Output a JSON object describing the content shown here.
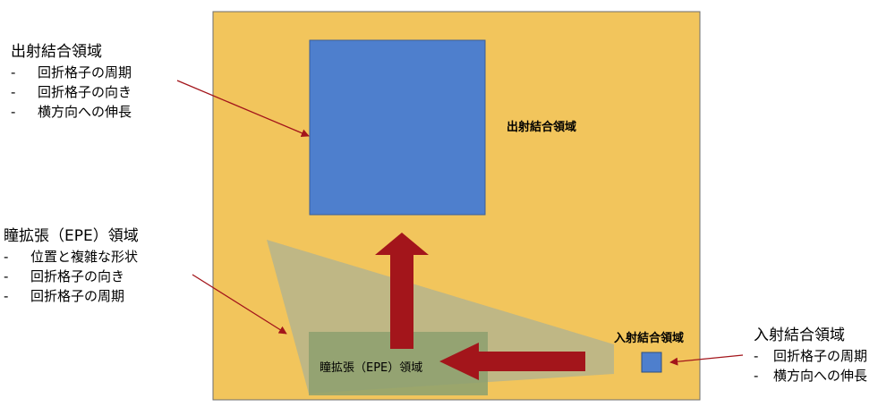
{
  "diagram": {
    "colors": {
      "panel_bg": "#F2C55C",
      "panel_border": "#6E6E6E",
      "coupler": "#4E7FCD",
      "epe_region": "#8CA06E",
      "epe_fan": "#B9B58A",
      "arrow": "#A3151B",
      "pointer": "#A3151B"
    },
    "labels": {
      "out_region": "出射結合領域",
      "in_region": "入射結合領域",
      "epe_region": "瞳拡張（EPE）領域"
    },
    "annotations": {
      "out": {
        "title": "出射結合領域",
        "items": [
          "回折格子の周期",
          "回折格子の向き",
          "横方向への伸長"
        ]
      },
      "epe": {
        "title": "瞳拡張（EPE）領域",
        "items": [
          "位置と複雑な形状",
          "回折格子の向き",
          "回折格子の周期"
        ]
      },
      "in": {
        "title": "入射結合領域",
        "items": [
          "回折格子の周期",
          "横方向への伸長"
        ]
      }
    },
    "bullet": "-"
  }
}
